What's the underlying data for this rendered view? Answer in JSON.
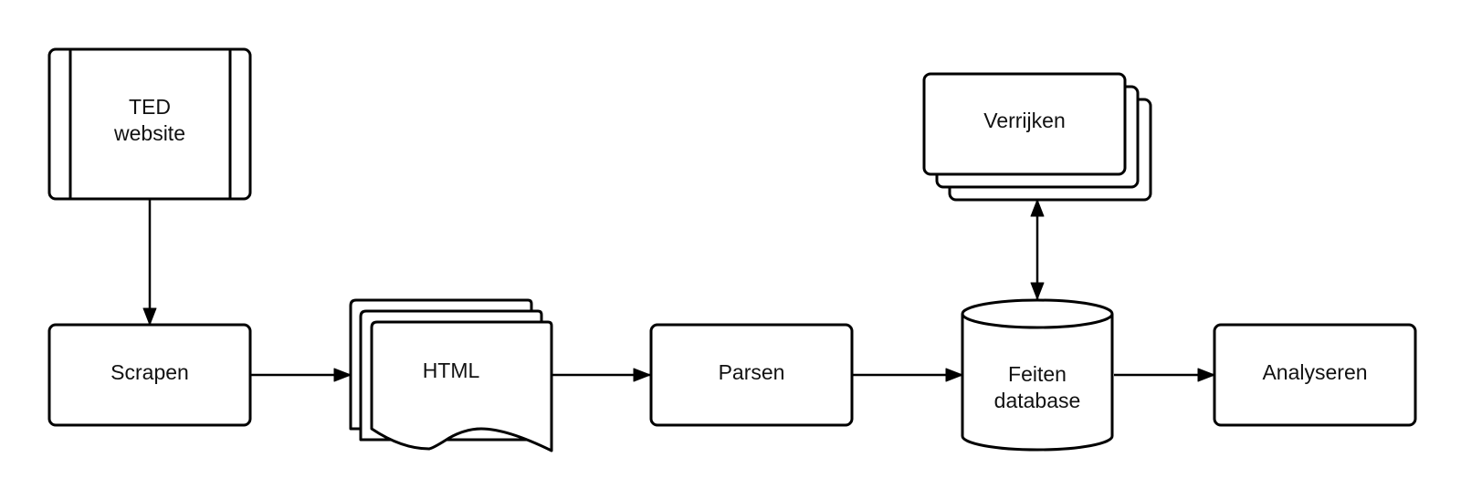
{
  "nodes": {
    "ted_website": {
      "line1": "TED",
      "line2": "website",
      "shape": "predefined-process"
    },
    "scrapen": {
      "label": "Scrapen",
      "shape": "process"
    },
    "html": {
      "label": "HTML",
      "shape": "multi-document"
    },
    "parsen": {
      "label": "Parsen",
      "shape": "process"
    },
    "verrijken": {
      "label": "Verrijken",
      "shape": "multi-process"
    },
    "feiten_database": {
      "line1": "Feiten",
      "line2": "database",
      "shape": "database"
    },
    "analyseren": {
      "label": "Analyseren",
      "shape": "process"
    }
  },
  "edges": [
    {
      "from": "TED website",
      "to": "Scrapen",
      "direction": "forward"
    },
    {
      "from": "Scrapen",
      "to": "HTML",
      "direction": "forward"
    },
    {
      "from": "HTML",
      "to": "Parsen",
      "direction": "forward"
    },
    {
      "from": "Parsen",
      "to": "Feiten database",
      "direction": "forward"
    },
    {
      "from": "Verrijken",
      "to": "Feiten database",
      "direction": "both"
    },
    {
      "from": "Feiten database",
      "to": "Analyseren",
      "direction": "forward"
    }
  ],
  "colors": {
    "stroke": "#000000",
    "fill": "#ffffff",
    "background": "#ffffff"
  }
}
